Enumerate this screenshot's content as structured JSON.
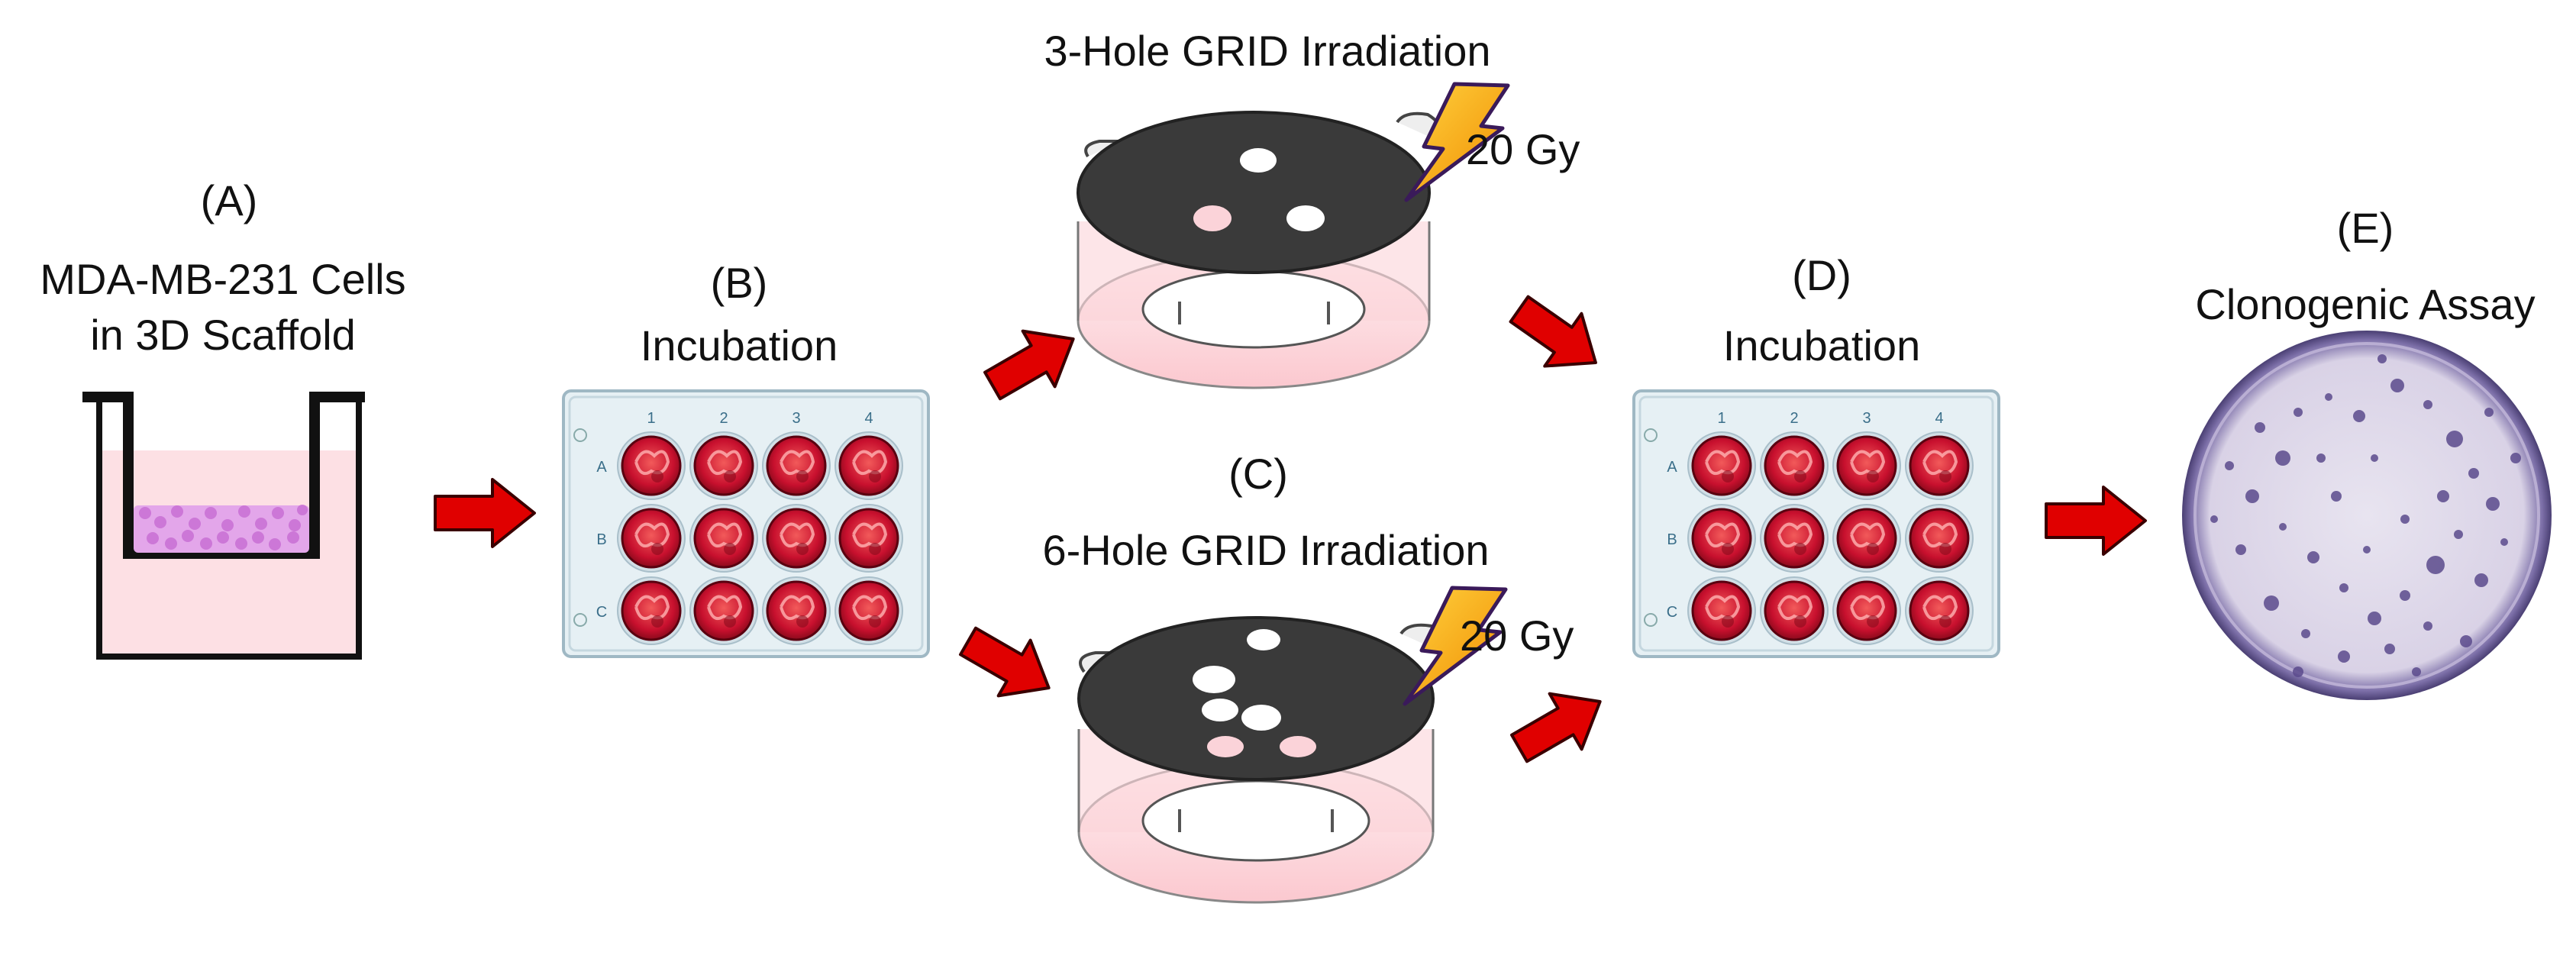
{
  "panel_a": {
    "letter": "(A)",
    "title_line1": "MDA-MB-231 Cells",
    "title_line2": "in 3D Scaffold"
  },
  "panel_b": {
    "letter": "(B)",
    "title": "Incubation"
  },
  "panel_c": {
    "letter": "(C)",
    "grid3_title": "3-Hole GRID Irradiation",
    "grid6_title": "6-Hole GRID Irradiation",
    "dose_label": "20 Gy"
  },
  "panel_d": {
    "letter": "(D)",
    "title": "Incubation"
  },
  "panel_e": {
    "letter": "(E)",
    "title": "Clonogenic Assay"
  },
  "plate": {
    "columns": [
      "1",
      "2",
      "3",
      "4"
    ],
    "rows": [
      "A",
      "B",
      "C"
    ]
  },
  "colors": {
    "arrow": "#e00000",
    "arrow_outline": "#3a0000",
    "medium": "#fde0e4",
    "cells": "#d98fe0",
    "plate": "#e6f0f4",
    "well": "#c8102e",
    "grid_plate": "#3a3a3a",
    "bolt": "#f6b21b",
    "colony": "#6b5a9a"
  }
}
